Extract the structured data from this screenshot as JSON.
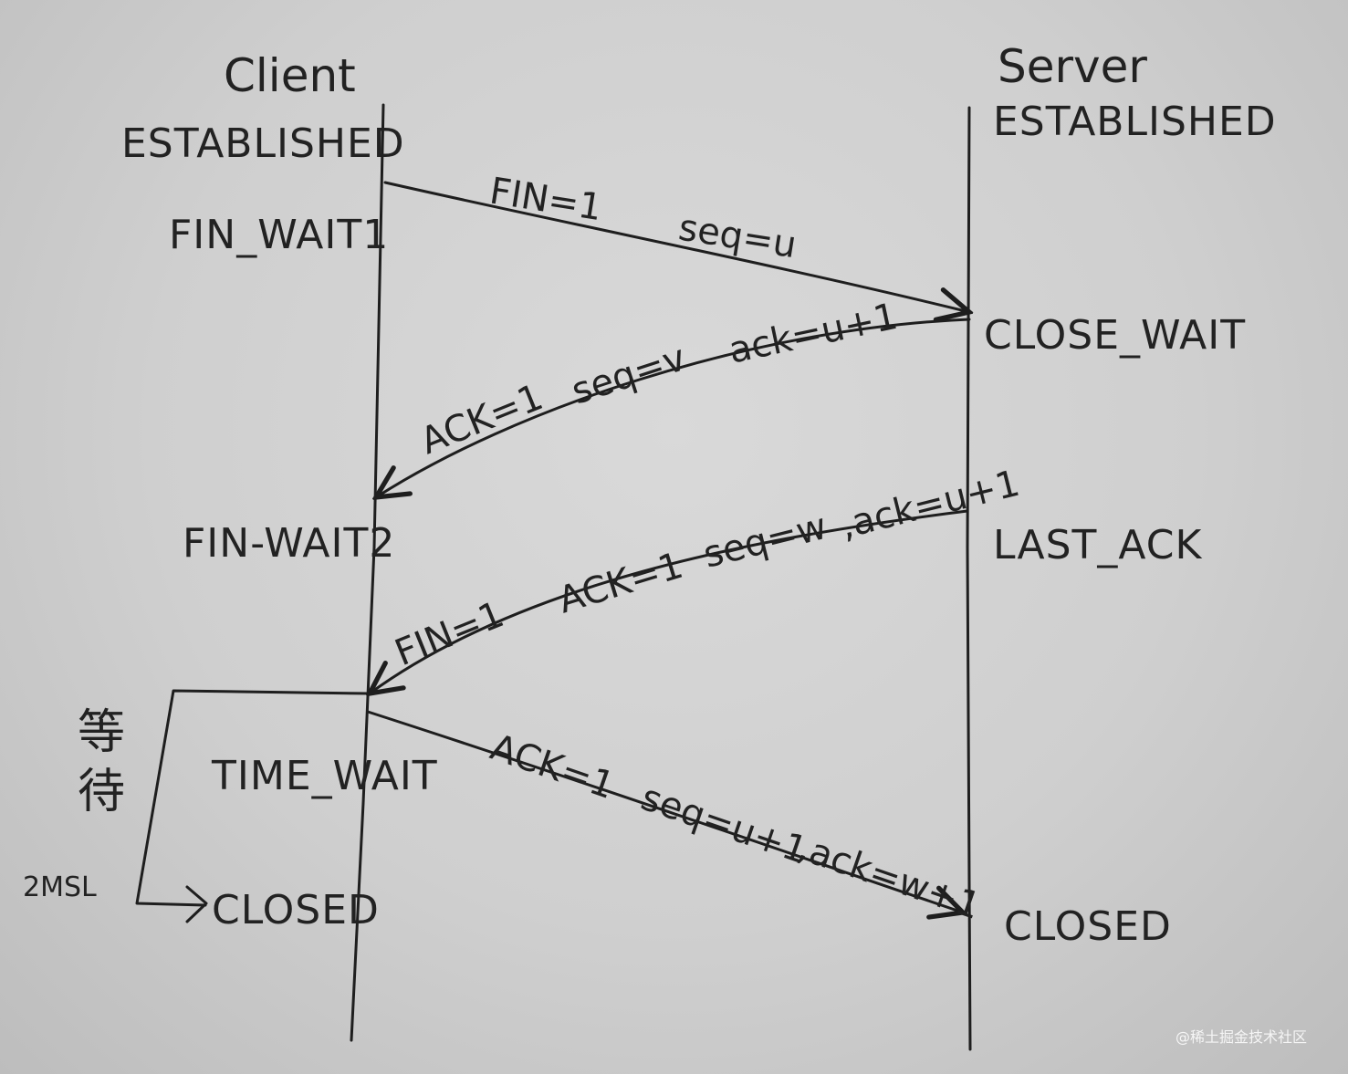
{
  "client": {
    "title": "Client",
    "established": "ESTABLISHED",
    "fin_wait1": "FIN_WAIT1",
    "fin_wait2": "FIN-WAIT2",
    "time_wait": "TIME_WAIT",
    "closed": "CLOSED"
  },
  "server": {
    "title": "Server",
    "established": "ESTABLISHED",
    "close_wait": "CLOSE_WAIT",
    "last_ack": "LAST_ACK",
    "closed": "CLOSED"
  },
  "messages": {
    "m1_flags": "FIN=1",
    "m1_seq": "seq=u",
    "m2_flags": "ACK=1",
    "m2_seq": "seq=v",
    "m2_ack": "ack=u+1",
    "m3_flags": "FIN=1",
    "m3_ack_flag": "ACK=1",
    "m3_seq": "seq=w",
    "m3_ack": ",ack=u+1",
    "m4_flags": "ACK=1",
    "m4_seq": "seq=u+1",
    "m4_ack": ",ack=w+1"
  },
  "wait": {
    "label": "等待",
    "duration": "2MSL"
  },
  "watermark": "@稀土掘金技术社区"
}
